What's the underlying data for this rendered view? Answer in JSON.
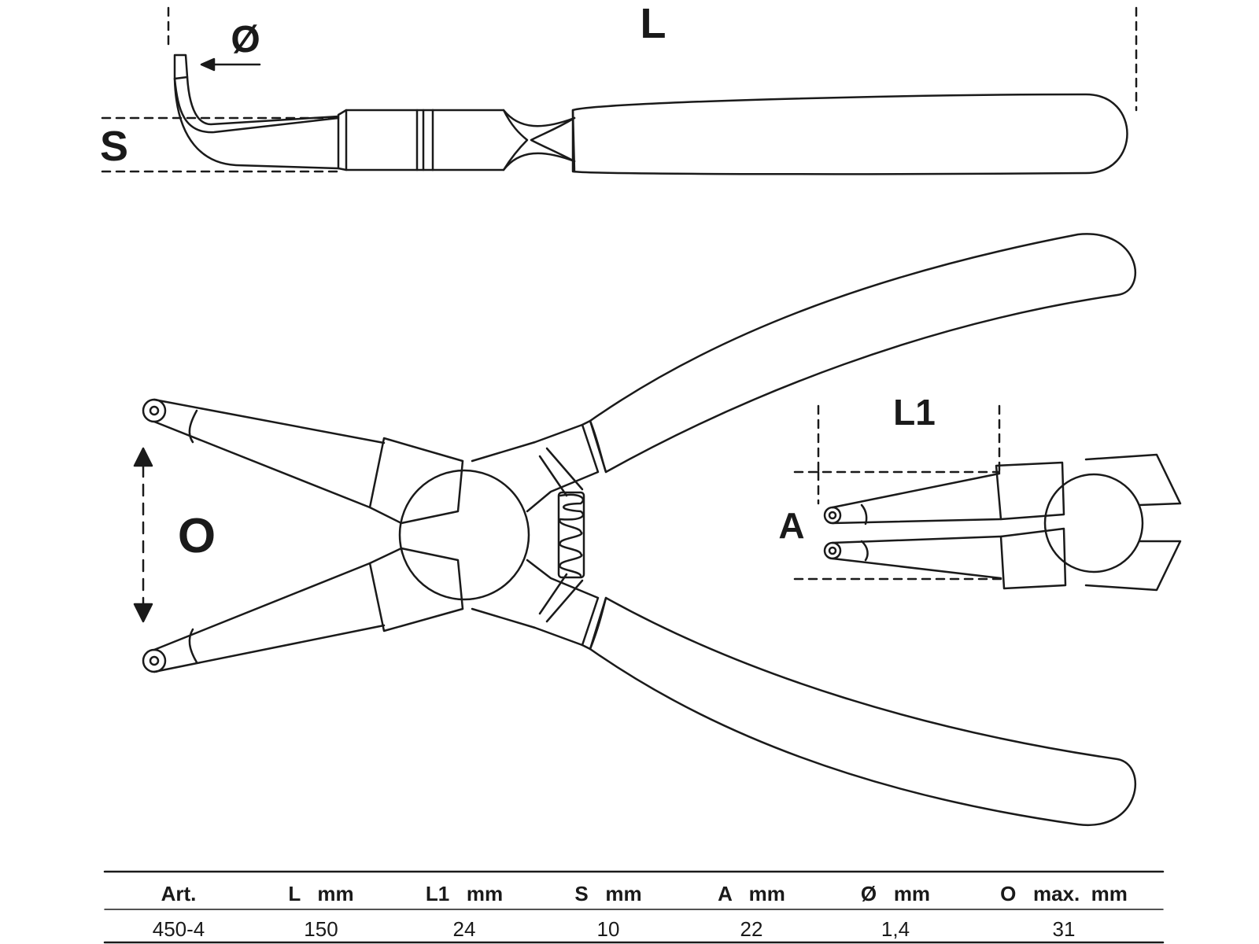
{
  "dimension_labels": {
    "L": "L",
    "diameter": "Ø",
    "S": "S",
    "O": "O",
    "L1": "L1",
    "A": "A"
  },
  "spec_table": {
    "headers": [
      "Art.",
      "L   mm",
      "L1   mm",
      "S   mm",
      "A   mm",
      "Ø   mm",
      "O   max.  mm"
    ],
    "rows": [
      [
        "450-4",
        "150",
        "24",
        "10",
        "22",
        "1,4",
        "31"
      ]
    ]
  },
  "colors": {
    "line": "#1a1a1a",
    "background": "#ffffff"
  }
}
